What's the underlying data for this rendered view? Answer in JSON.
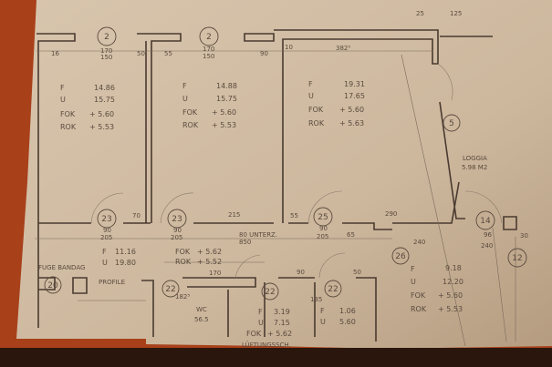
{
  "drawing": {
    "colors": {
      "paper": "#cfbba3",
      "background": "#b0481c",
      "ink": "#4a3a30"
    },
    "room_markers": [
      "2",
      "2",
      "5",
      "23",
      "23",
      "25",
      "14",
      "12",
      "26",
      "20",
      "22",
      "22",
      "22"
    ],
    "rooms": [
      {
        "F": "14.86",
        "U": "15.75",
        "FOK": "+ 5.60",
        "ROK": "+ 5.53"
      },
      {
        "F": "14.88",
        "U": "15.75",
        "FOK": "+ 5.60",
        "ROK": "+ 5.53"
      },
      {
        "F": "19.31",
        "U": "17.65",
        "FOK": "+ 5.60",
        "ROK": "+ 5.63"
      },
      {
        "F": "9.18",
        "U": "12.20",
        "FOK": "+ 5.60",
        "ROK": "+ 5.53"
      }
    ],
    "row_labels": {
      "F": "F",
      "U": "U",
      "FOK": "FOK",
      "ROK": "ROK"
    },
    "hall": {
      "F": "11.16",
      "U": "19.80",
      "FOK": "+ 5.62",
      "ROK": "+ 5.52"
    },
    "small_room": {
      "F": "3.19",
      "U": "7.15",
      "FOK": "+ 5.62",
      "shaft": "LÜFTUNGSSCH."
    },
    "wc_room": {
      "F": "1.06",
      "U": "5.60"
    },
    "loggia": {
      "name": "LOGGIA",
      "area": "5.98  M2"
    },
    "wc": {
      "label": "WC",
      "value": "56.5"
    },
    "notes": {
      "fuge": "FUGE BANDAG",
      "profile": "PROFILE",
      "unterz": "80  UNTERZ."
    },
    "dims": {
      "d170_150": "170",
      "d150": "150",
      "d382": "382⁵",
      "d25": "25",
      "d125": "125",
      "d215": "215",
      "d850": "850",
      "d290": "290",
      "d240": "240",
      "d96": "96",
      "d240b": "240",
      "d170b": "170",
      "d1825": "182⁵",
      "d135": "135",
      "d90": "90",
      "d50": "50",
      "d90_205": "90",
      "d205": "205",
      "d70": "70",
      "d55": "55",
      "d65": "65",
      "d170c": "170",
      "d30": "30",
      "d16": "16",
      "d90b": "90",
      "d50b": "50",
      "d55b": "55",
      "d10": "10"
    }
  }
}
